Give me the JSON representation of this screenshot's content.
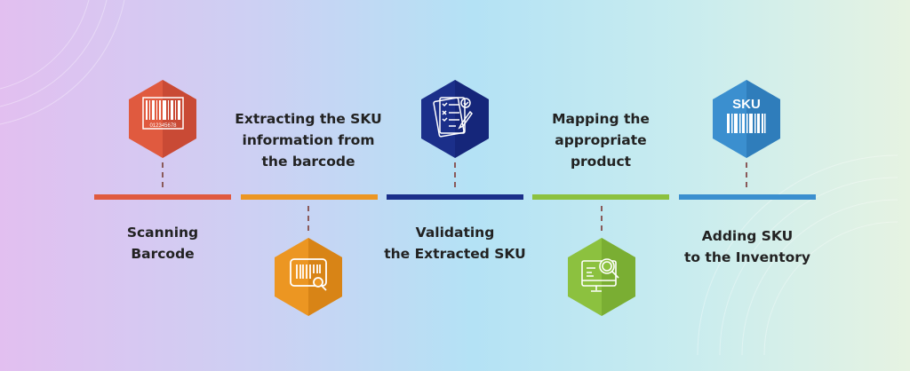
{
  "steps": [
    {
      "label": "Scanning Barcode",
      "lines": [
        "Scanning",
        "Barcode"
      ],
      "color": "#e05a3f",
      "icon": "barcode-icon",
      "barcode_digits": "012345678"
    },
    {
      "label": "Extracting the SKU information from the barcode",
      "lines": [
        "Extracting the SKU",
        "information from",
        "the barcode"
      ],
      "color": "#ec9622",
      "icon": "barcode-search-icon"
    },
    {
      "label": "Validating the Extracted SKU",
      "lines": [
        "Validating",
        "the Extracted SKU"
      ],
      "color": "#1b2f8a",
      "icon": "checklist-icon"
    },
    {
      "label": "Mapping the appropriate product",
      "lines": [
        "Mapping the",
        "appropriate",
        "product"
      ],
      "color": "#8cc13f",
      "icon": "monitor-search-icon"
    },
    {
      "label": "Adding SKU to the Inventory",
      "lines": [
        "Adding SKU",
        "to the Inventory"
      ],
      "color": "#3b8fcf",
      "icon": "sku-barcode-icon",
      "sku_text": "SKU"
    }
  ]
}
